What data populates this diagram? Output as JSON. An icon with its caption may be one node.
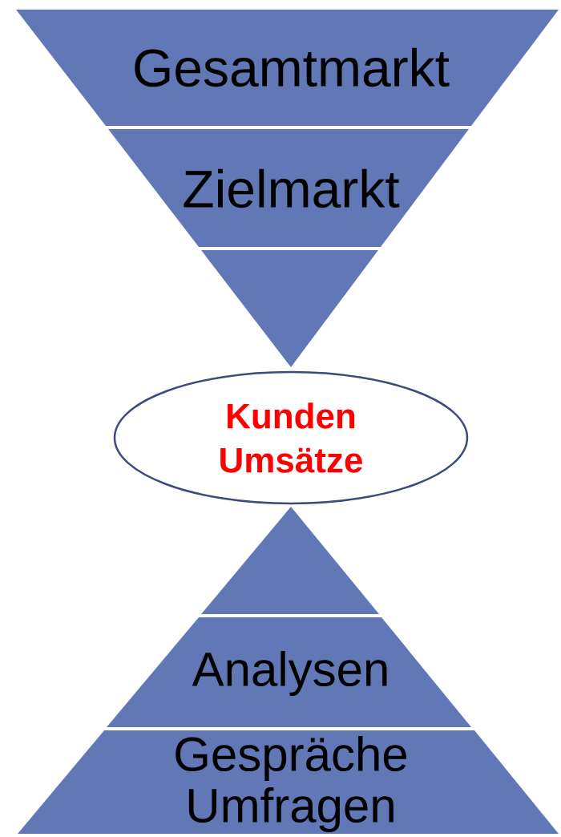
{
  "diagram": {
    "nodes": [
      {
        "text": [
          "Gesamtmarkt"
        ]
      },
      {
        "text": [
          "Zielmarkt"
        ]
      },
      {
        "text": [],
        "shape": "triangle"
      },
      {
        "text": [
          "Kunden Umsätze"
        ]
      },
      {
        "text": [],
        "shape": "triangle"
      },
      {
        "text": [
          "Analysen"
        ]
      },
      {
        "text": [
          "Gespräche Umfragen"
        ]
      }
    ]
  }
}
